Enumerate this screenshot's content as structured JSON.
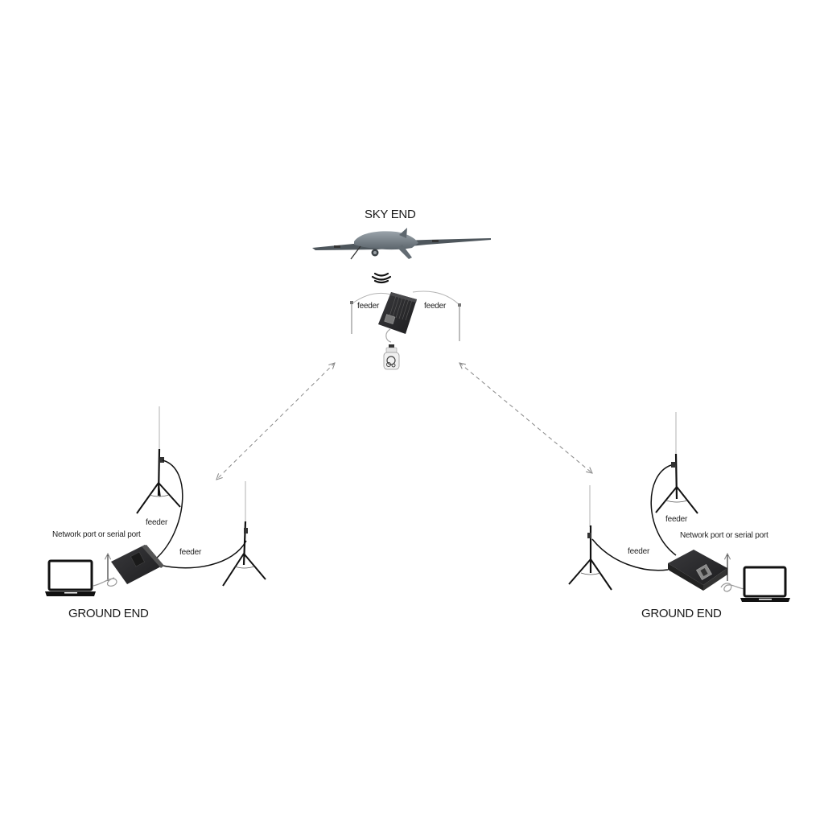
{
  "diagram": {
    "type": "uav-datalink-topology",
    "sky_end": {
      "title": "SKY END",
      "aircraft": "fixed-wing-drone",
      "left_feeder_label": "feeder",
      "right_feeder_label": "feeder",
      "components": [
        "drone",
        "wireless-signal",
        "airborne-radio-module",
        "left-whip-antenna",
        "right-whip-antenna",
        "gimbal-camera"
      ]
    },
    "ground_end_left": {
      "title": "GROUND END",
      "port_label": "Network port or serial port",
      "feeder_label_1": "feeder",
      "feeder_label_2": "feeder",
      "components": [
        "laptop",
        "ground-radio-module",
        "tripod-antenna-1",
        "tripod-antenna-2"
      ]
    },
    "ground_end_right": {
      "title": "GROUND END",
      "port_label": "Network port or serial port",
      "feeder_label_1": "feeder",
      "feeder_label_2": "feeder",
      "components": [
        "laptop",
        "ground-radio-module",
        "tripod-antenna-1",
        "tripod-antenna-2"
      ]
    },
    "links": [
      {
        "from": "sky_end",
        "to": "ground_end_left",
        "style": "dashed-bidirectional"
      },
      {
        "from": "sky_end",
        "to": "ground_end_right",
        "style": "dashed-bidirectional"
      }
    ],
    "colors": {
      "background": "#ffffff",
      "text": "#1a1a1a",
      "device_body": "#2a2a2c",
      "drone_body": "#6f7880",
      "link_dash": "#8a8a8a",
      "antenna": "#c8c8c8"
    }
  }
}
